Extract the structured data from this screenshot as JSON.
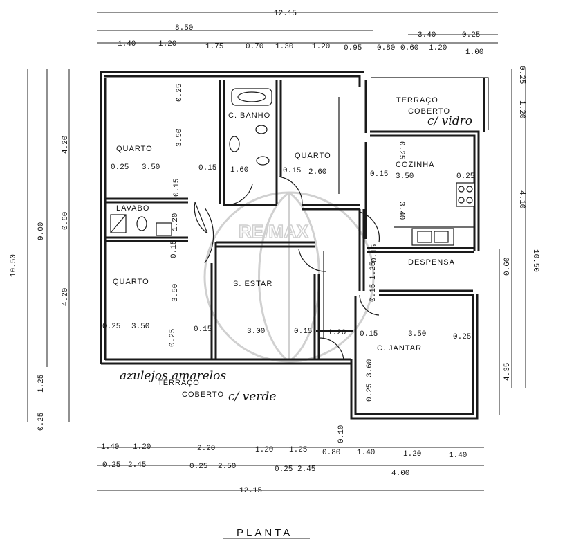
{
  "rooms": {
    "quarto_1": "QUARTO",
    "c_banho": "C. BANHO",
    "quarto_2": "QUARTO",
    "terraco_top": "TERRAÇO",
    "coberto_top": "COBERTO",
    "cozinha": "COZINHA",
    "lavabo": "LAVABO",
    "quarto_3": "QUARTO",
    "s_estar": "S. ESTAR",
    "despensa": "DESPENSA",
    "c_jantar": "C. JANTAR",
    "terraco_bottom": "TERRAÇO",
    "coberto_bottom": "COBERTO"
  },
  "annotations": {
    "handwritten_top": "c/ vidro",
    "handwritten_bottom_1": "azulejos amarelos",
    "handwritten_bottom_2": "c/ verde"
  },
  "title": "PLANTA",
  "watermark": "RE/MAX",
  "dimensions": {
    "top_total": "12.15",
    "top_850": "8.50",
    "top_340": "3.40",
    "top_025a": "0.25",
    "top_row": [
      "1.40",
      "1.20",
      "1.75",
      "0.70",
      "1.30",
      "1.20",
      "0.95",
      "0.80",
      "0.60",
      "1.20",
      "1.00"
    ],
    "left_outer": "10.50",
    "left_900": "9.00",
    "left_420a": "4.20",
    "left_420b": "4.20",
    "left_060": "0.60",
    "left_125": "1.25",
    "left_025": "0.25",
    "right_025": "0.25",
    "right_120": "1.20",
    "right_410": "4.10",
    "right_1050": "10.50",
    "right_060": "0.60",
    "right_435": "4.35",
    "bottom_row1": [
      "1.40",
      "1.20",
      "2.20",
      "1.20",
      "1.25",
      "0.80",
      "1.40",
      "1.20",
      "1.40"
    ],
    "bottom_row2": [
      "0.25",
      "2.45",
      "0.25",
      "2.50",
      "0.25",
      "2.45",
      "4.00"
    ],
    "bottom_010": "0.10",
    "bottom_total": "12.15",
    "room_dims": {
      "q1_w": "0.25",
      "q1_x": "3.50",
      "q1_h": "3.50",
      "q1_t": "0.25",
      "q1_r": "0.15",
      "banho_w": "1.60",
      "q2_l": "0.15",
      "q2_w": "2.60",
      "coz_l": "0.15",
      "coz_w": "3.50",
      "coz_r": "0.25",
      "coz_t": "0.25",
      "coz_h": "3.40",
      "lav_015": "0.15",
      "lav_120": "1.20",
      "q3_l": "0.25",
      "q3_w": "3.50",
      "q3_h": "3.50",
      "q3_r": "0.15",
      "q3_t": "0.15",
      "q3_b": "0.25",
      "est_w": "3.00",
      "est_r": "0.15",
      "est_120": "1.20",
      "jan_l": "0.15",
      "jan_w": "3.50",
      "jan_r": "0.25",
      "jan_h": "3.60",
      "jan_b": "0.25",
      "desp_015": "0.15",
      "desp_125": "1.25",
      "desp_015b": "0.15"
    }
  }
}
